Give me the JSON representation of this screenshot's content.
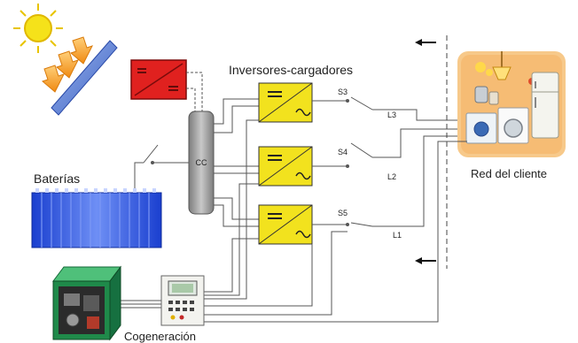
{
  "labels": {
    "inverters": "Inversores-cargadores",
    "batteries": "Baterías",
    "client_network": "Red del cliente",
    "cogeneration": "Cogeneración",
    "dc_bus": "CC"
  },
  "switches": [
    {
      "name": "S3",
      "line": "L3"
    },
    {
      "name": "S4",
      "line": "L2"
    },
    {
      "name": "S5",
      "line": "L1"
    }
  ],
  "colors": {
    "inverter": "#f2e21e",
    "charge_controller": "#e0211f",
    "battery": "#2f5fe0",
    "dc_bus": "#9a9a9a",
    "sun": "#f5e21a",
    "genset": "#1f8a4a"
  }
}
